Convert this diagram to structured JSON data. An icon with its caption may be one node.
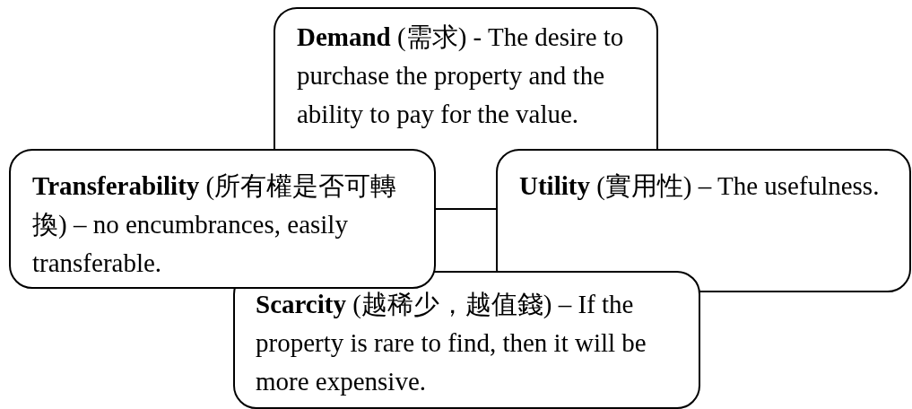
{
  "diagram": {
    "nodes": [
      {
        "text": [
          "**Demand** (需求) - The desire to purchase the property and the ability to pay for the value."
        ]
      },
      {
        "text": [
          "**Transferability** (所有權是否可轉換) – no encumbrances, easily transferable."
        ]
      },
      {
        "text": [
          "**Utility** (實用性) – The usefulness."
        ]
      },
      {
        "text": [
          "**Scarcity** (越稀少，越值錢) – If the property is rare to find, then it will be more expensive."
        ]
      }
    ]
  }
}
